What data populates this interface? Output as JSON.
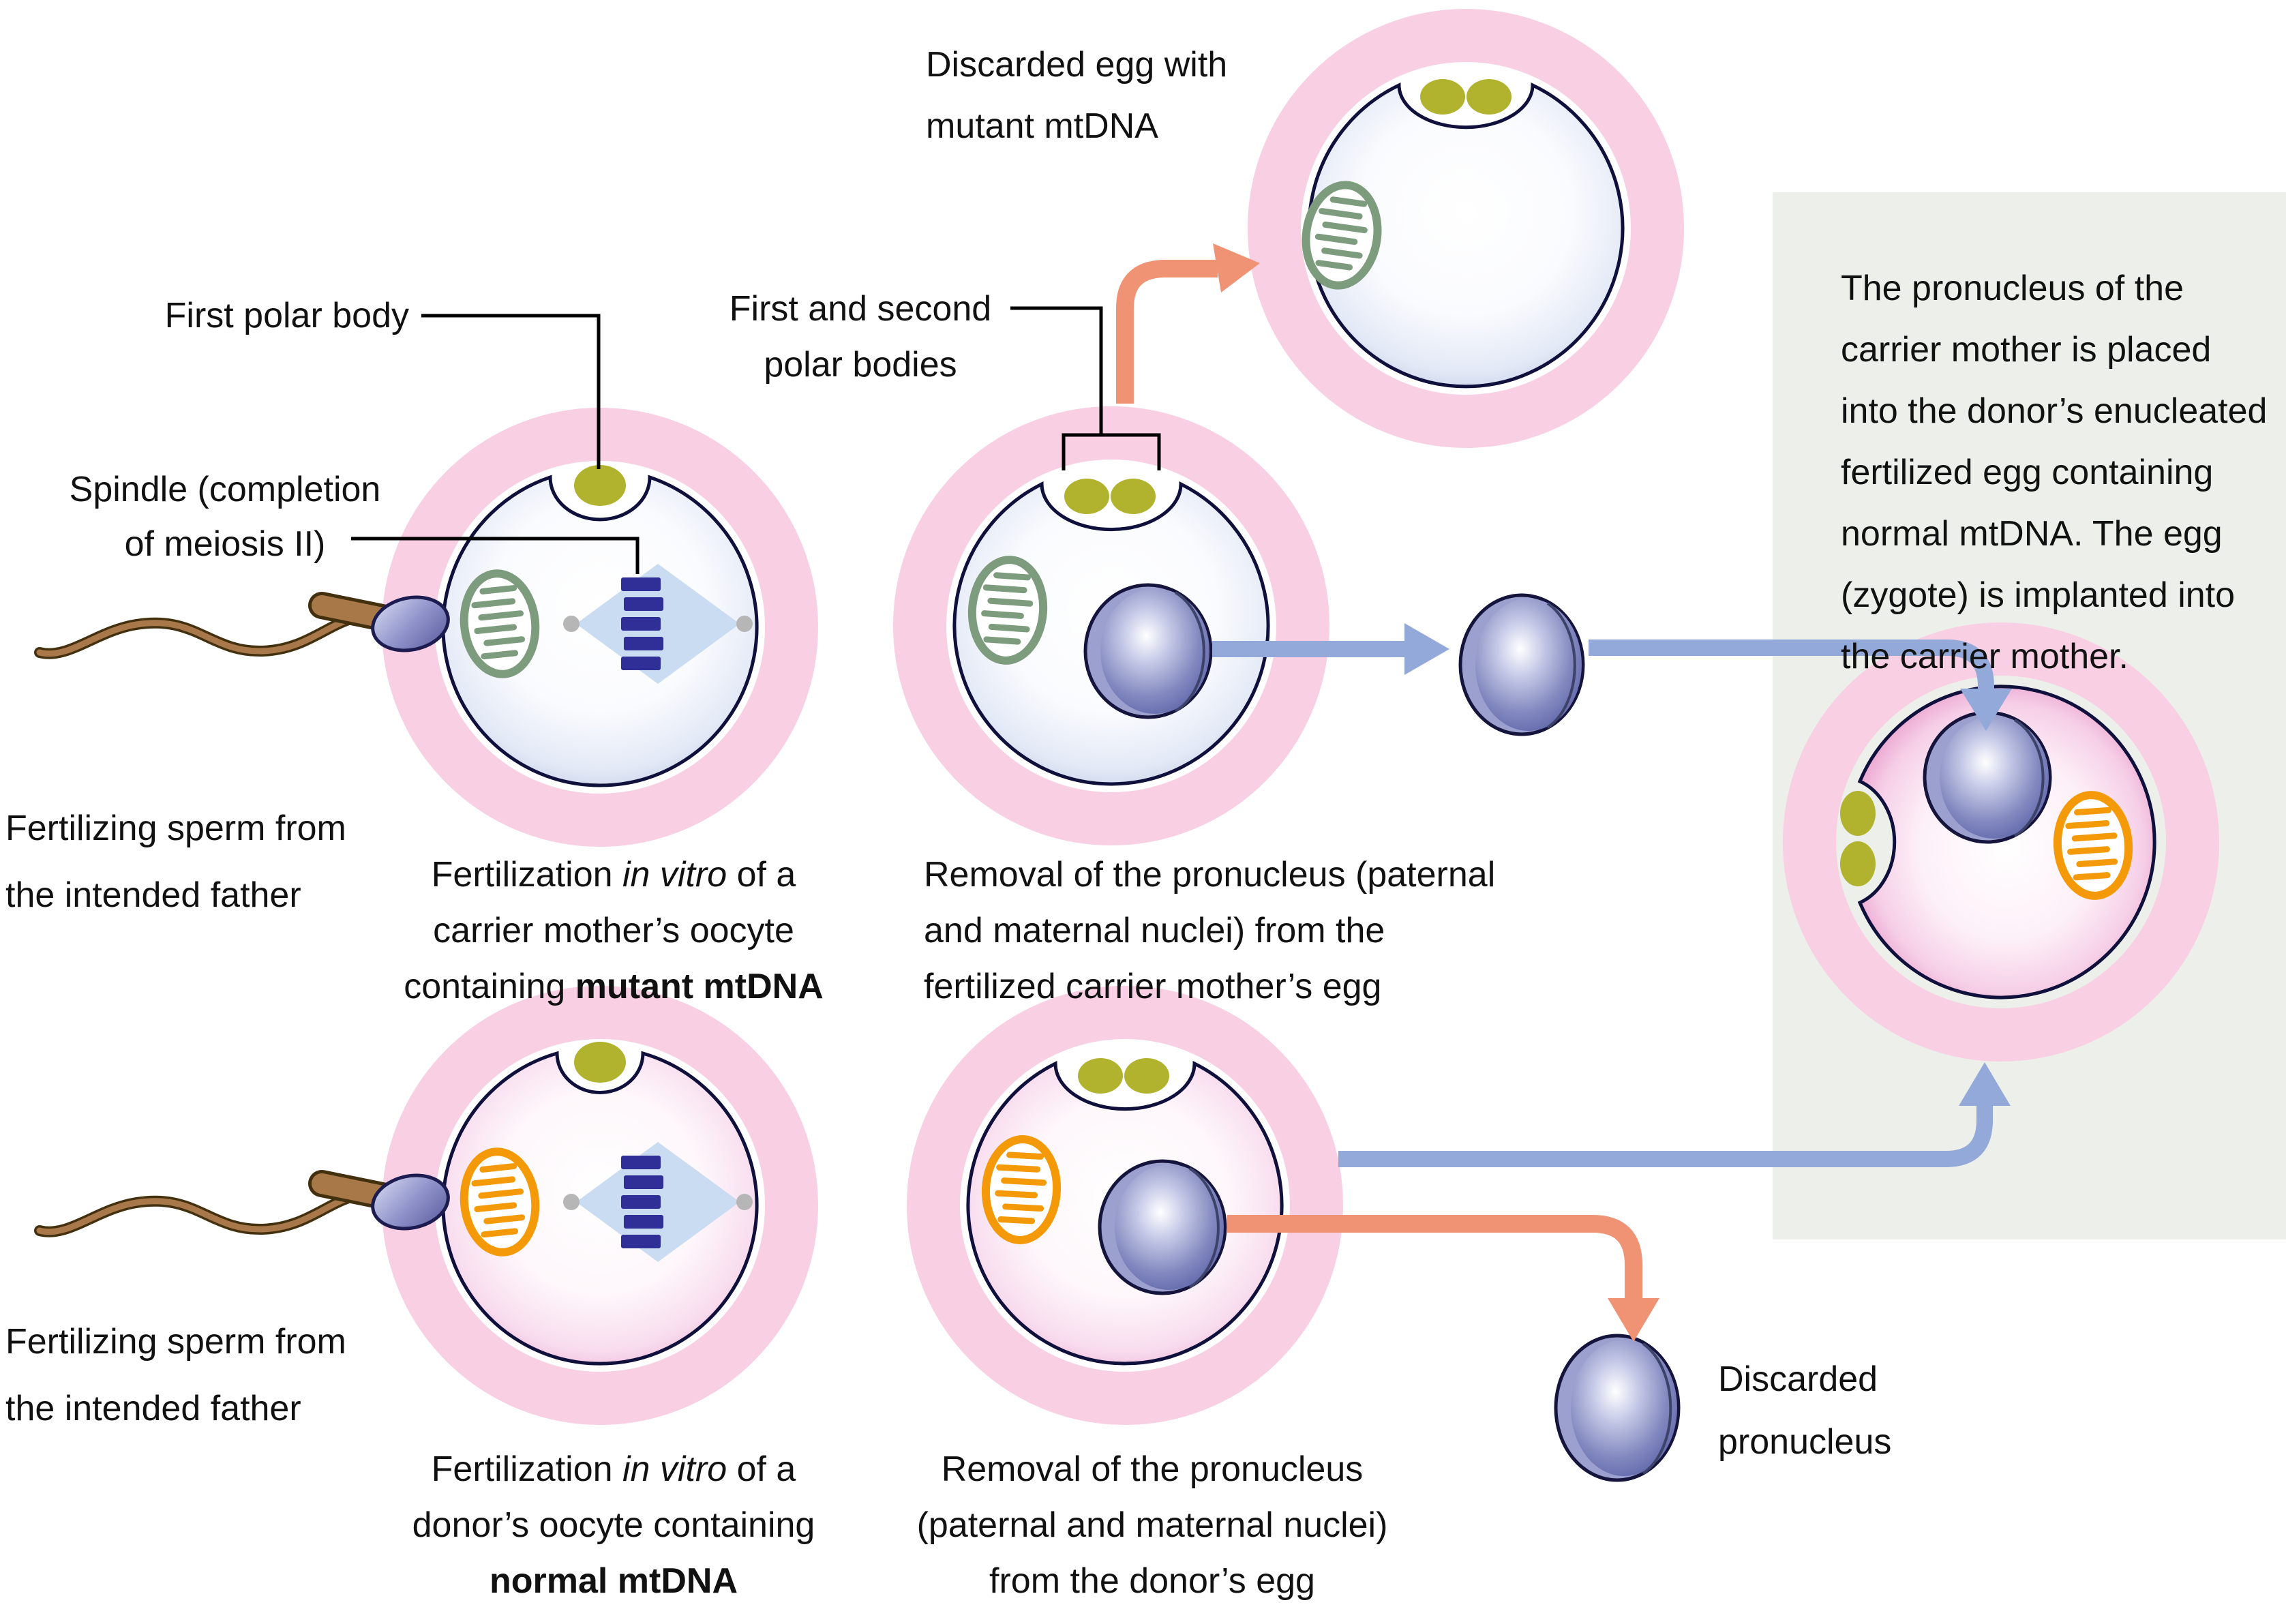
{
  "diagram": {
    "labels": {
      "first_polar_body": "First polar body",
      "spindle_l1": "Spindle (completion",
      "spindle_l2": "of meiosis II)",
      "first_second_l1": "First and second",
      "first_second_l2": "polar bodies",
      "discarded_egg_l1": "Discarded egg with",
      "discarded_egg_l2": "mutant mtDNA",
      "sperm_top_l1": "Fertilizing sperm from",
      "sperm_top_l2": "the intended father",
      "sperm_bottom_l1": "Fertilizing sperm from",
      "sperm_bottom_l2": "the intended father",
      "discarded_pronucleus_l1": "Discarded",
      "discarded_pronucleus_l2": "pronucleus"
    },
    "captions": {
      "c1": {
        "l1a": "Fertilization ",
        "l1b": "in vitro",
        "l1c": " of a",
        "l2": "carrier mother’s oocyte",
        "l3a": "containing ",
        "l3b": "mutant mtDNA"
      },
      "c2": {
        "l1": "Removal of the pronucleus (paternal",
        "l2": "and maternal nuclei) from the",
        "l3": "fertilized carrier mother’s egg"
      },
      "c3": {
        "l1a": "Fertilization ",
        "l1b": "in vitro",
        "l1c": " of a",
        "l2": "donor’s oocyte containing",
        "l3": "normal mtDNA"
      },
      "c4": {
        "l1": "Removal of the pronucleus",
        "l2": "(paternal and maternal nuclei)",
        "l3": "from the donor’s egg"
      }
    },
    "note_box": {
      "l1": "The pronucleus of the",
      "l2": "carrier mother is placed",
      "l3": "into the donor’s enucleated",
      "l4": "fertilized egg containing",
      "l5": "normal mtDNA. The egg",
      "l6": "(zygote) is implanted into",
      "l7": "the carrier mother."
    },
    "colors": {
      "pink_ring": "#f8cfe3",
      "blue_arrow": "#93a9da",
      "orange_arrow": "#f09274",
      "polar_body": "#b1b22d",
      "mitochondrion_green": "#7d9b7d",
      "mitochondrion_orange": "#f49a08",
      "pronucleus": "#6a71ad",
      "spindle": "#cadcf2",
      "chromosome": "#2f2f97",
      "note_box_bg": "#edefea"
    }
  }
}
